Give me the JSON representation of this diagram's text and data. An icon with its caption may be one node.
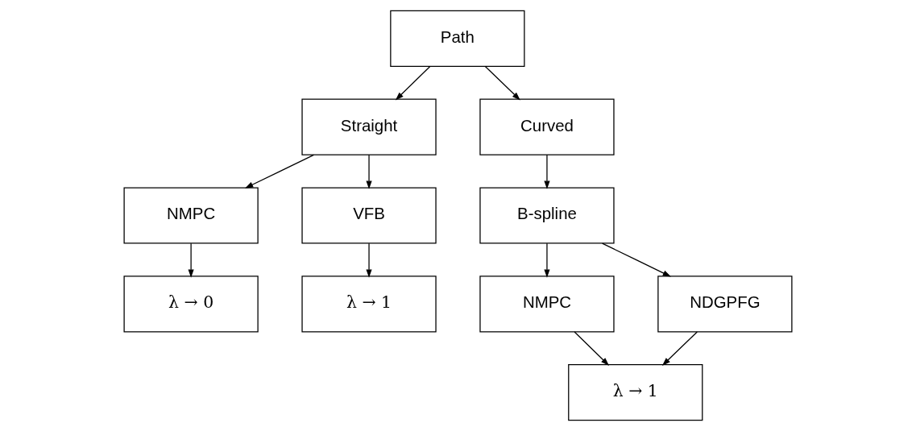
{
  "diagram": {
    "nodes": [
      {
        "text": [
          "Path"
        ]
      },
      {
        "text": [
          "Straight"
        ]
      },
      {
        "text": [
          "Curved"
        ]
      },
      {
        "text": [
          "NMPC"
        ]
      },
      {
        "text": [
          "VFB"
        ]
      },
      {
        "text": [
          "λ → 0"
        ]
      },
      {
        "text": [
          "λ → 1"
        ]
      },
      {
        "text": [
          "B-spline"
        ]
      },
      {
        "text": [
          "NMPC"
        ]
      },
      {
        "text": [
          "NDGPFG"
        ]
      },
      {
        "text": [
          "λ → 1"
        ]
      }
    ],
    "edges": [
      {
        "from": 0,
        "to": 1,
        "arrow": "to"
      },
      {
        "from": 0,
        "to": 2,
        "arrow": "to"
      },
      {
        "from": 1,
        "to": 3,
        "arrow": "to"
      },
      {
        "from": 1,
        "to": 4,
        "arrow": "to"
      },
      {
        "from": 3,
        "to": 5,
        "arrow": "to"
      },
      {
        "from": 4,
        "to": 6,
        "arrow": "to"
      },
      {
        "from": 2,
        "to": 7,
        "arrow": "to"
      },
      {
        "from": 7,
        "to": 8,
        "arrow": "to"
      },
      {
        "from": 7,
        "to": 9,
        "arrow": "to"
      },
      {
        "from": 8,
        "to": 10,
        "arrow": "to"
      },
      {
        "from": 9,
        "to": 10,
        "arrow": "to"
      }
    ]
  }
}
